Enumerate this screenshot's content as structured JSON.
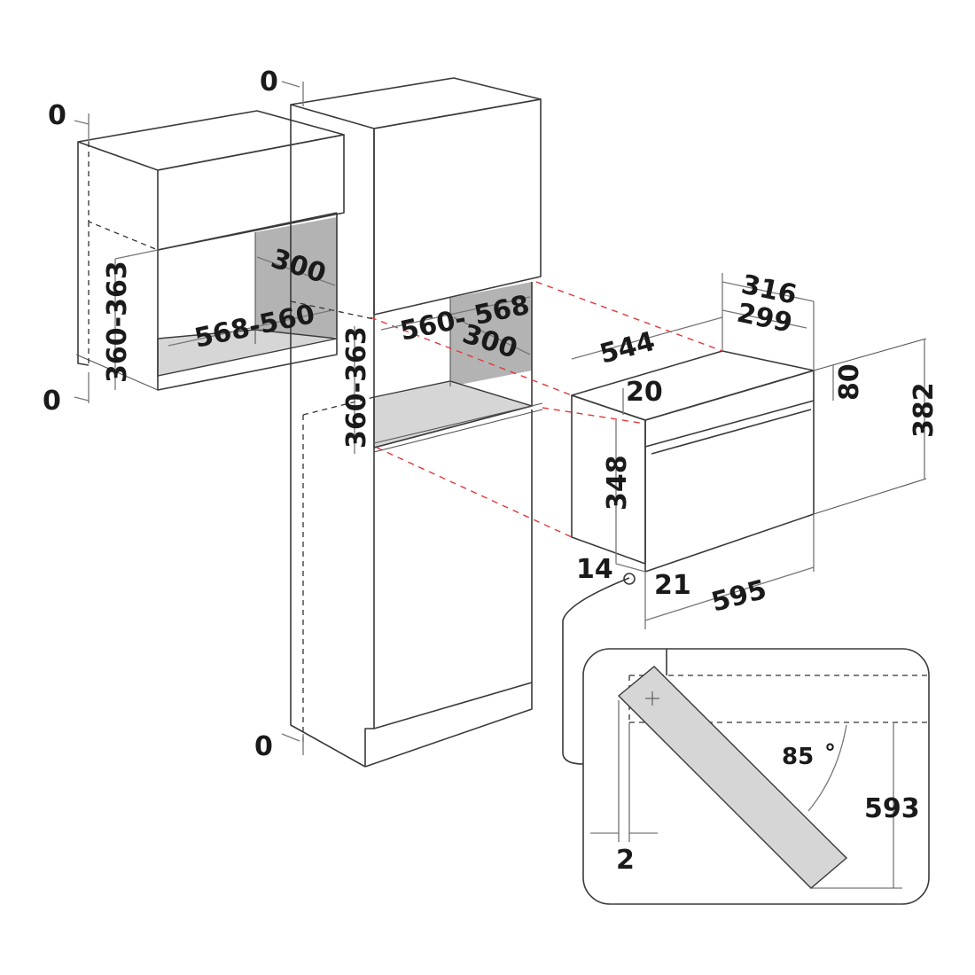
{
  "wall_cabinet": {
    "clearance_top": "0",
    "clearance_bottom": "0",
    "niche_height": "360-363",
    "niche_width": "568-560",
    "niche_depth": "300"
  },
  "tall_cabinet": {
    "clearance_top": "0",
    "clearance_bottom": "0",
    "niche_height": "360-363",
    "niche_width": "560- 568",
    "niche_depth": "300"
  },
  "appliance": {
    "overall_depth": "316",
    "body_depth": "299",
    "body_width": "544",
    "top_offset": "20",
    "control_panel_height": "80",
    "front_height": "382",
    "body_height": "348",
    "bottom_offset": "14",
    "frame_offset": "21",
    "front_width": "595"
  },
  "detail_view": {
    "gap": "2",
    "angle": "85",
    "angle_unit": "°",
    "door_height": "593"
  }
}
